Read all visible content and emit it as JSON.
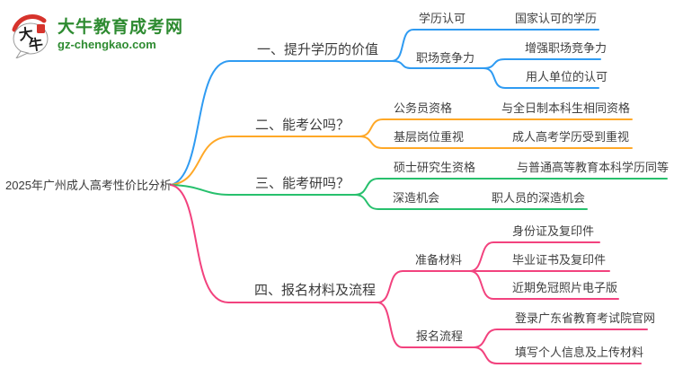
{
  "brand": {
    "name": "大牛教育成考网",
    "domain": "gz-chengkao.com",
    "bubble_text_top": "大",
    "bubble_text_bottom": "牛",
    "green": "#2e8b31",
    "red": "#d6332c"
  },
  "central": {
    "title": "2025年广州成人高考性价比分析"
  },
  "branches": [
    {
      "label": "一、提升学历的价值",
      "color": "#2f9bf2",
      "children": [
        {
          "label": "学历认可",
          "children": [
            {
              "label": "国家认可的学历"
            }
          ]
        },
        {
          "label": "职场竞争力",
          "children": [
            {
              "label": "增强职场竞争力"
            },
            {
              "label": "用人单位的认可"
            }
          ]
        }
      ]
    },
    {
      "label": "二、能考公吗？",
      "color": "#ffa827",
      "children": [
        {
          "label": "公务员资格",
          "children": [
            {
              "label": "与全日制本科生相同资格"
            }
          ]
        },
        {
          "label": "基层岗位重视",
          "children": [
            {
              "label": "成人高考学历受到重视"
            }
          ]
        }
      ]
    },
    {
      "label": "三、能考研吗？",
      "color": "#27c06d",
      "children": [
        {
          "label": "硕士研究生资格",
          "children": [
            {
              "label": "与普通高等教育本科学历同等"
            }
          ]
        },
        {
          "label": "深造机会",
          "children": [
            {
              "label": "职人员的深造机会"
            }
          ]
        }
      ]
    },
    {
      "label": "四、报名材料及流程",
      "color": "#f2427e",
      "children": [
        {
          "label": "准备材料",
          "children": [
            {
              "label": "身份证及复印件"
            },
            {
              "label": "毕业证书及复印件"
            },
            {
              "label": "近期免冠照片电子版"
            }
          ]
        },
        {
          "label": "报名流程",
          "children": [
            {
              "label": "登录广东省教育考试院官网"
            },
            {
              "label": "填写个人信息及上传材料"
            }
          ]
        }
      ]
    }
  ]
}
